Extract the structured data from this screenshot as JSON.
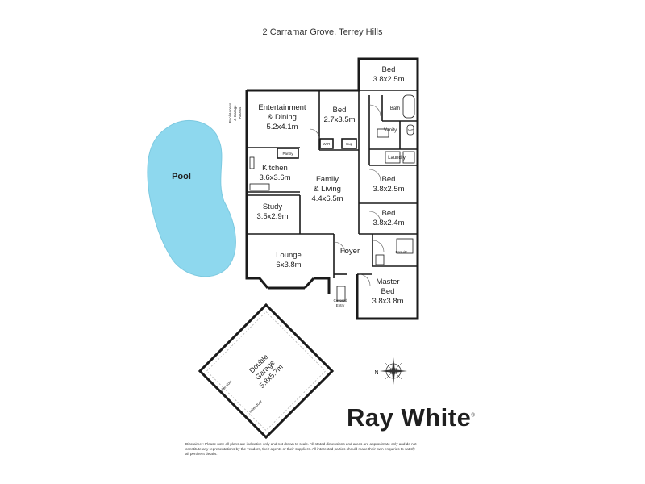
{
  "title": "2 Carramar Grove, Terrey Hills",
  "pool_label": "Pool",
  "pool_color": "#8ed8ee",
  "rooms": {
    "entertainment_dining": {
      "name": "Entertainment & Dining",
      "line1": "Entertainment",
      "line2": "& Dining",
      "size": "5.2x4.1m"
    },
    "bed_27": {
      "name": "Bed",
      "size": "2.7x3.5m"
    },
    "bed_top": {
      "name": "Bed",
      "size": "3.8x2.5m"
    },
    "bed_mid": {
      "name": "Bed",
      "size": "3.8x2.5m"
    },
    "bed_low": {
      "name": "Bed",
      "size": "3.8x2.4m"
    },
    "kitchen": {
      "name": "Kitchen",
      "size": "3.6x3.6m"
    },
    "family_living": {
      "name": "Family & Living",
      "line1": "Family",
      "line2": "& Living",
      "size": "4.4x6.5m"
    },
    "study": {
      "name": "Study",
      "size": "3.5x2.9m"
    },
    "lounge": {
      "name": "Lounge",
      "size": "6x3.8m"
    },
    "foyer": {
      "name": "Foyer"
    },
    "master_bed": {
      "name": "Master Bed",
      "line1": "Master",
      "line2": "Bed",
      "size": "3.8x3.8m"
    },
    "garage": {
      "name": "Double Garage",
      "line1": "Double",
      "line2": "Garage",
      "size": "5.8x5.7m"
    }
  },
  "small_labels": {
    "bath": "Bath",
    "vanity": "Vanity",
    "wc": "WC",
    "laundry": "Laundry",
    "ensuite": "Ensuite",
    "pantry": "Pantry",
    "wir": "WIR",
    "cup": "Cup",
    "covered_entry_1": "Covered",
    "covered_entry_2": "Entry",
    "side_access_1": "Pool Access",
    "side_access_2": "& Garage",
    "side_access_3": "Access",
    "roller_door_1": "roller door",
    "roller_door_2": "roller door",
    "compass_n": "N"
  },
  "logo": "Ray White",
  "logo_mark": "®",
  "disclaimer": "Disclaimer: Please note all plans are indicative only and not drawn to scale. All stated dimensions and areas are approximate only and do not constitute any representations by the vendors, their agents or their suppliers. All interested parties should make their own enquiries to satisfy all pertinent details."
}
